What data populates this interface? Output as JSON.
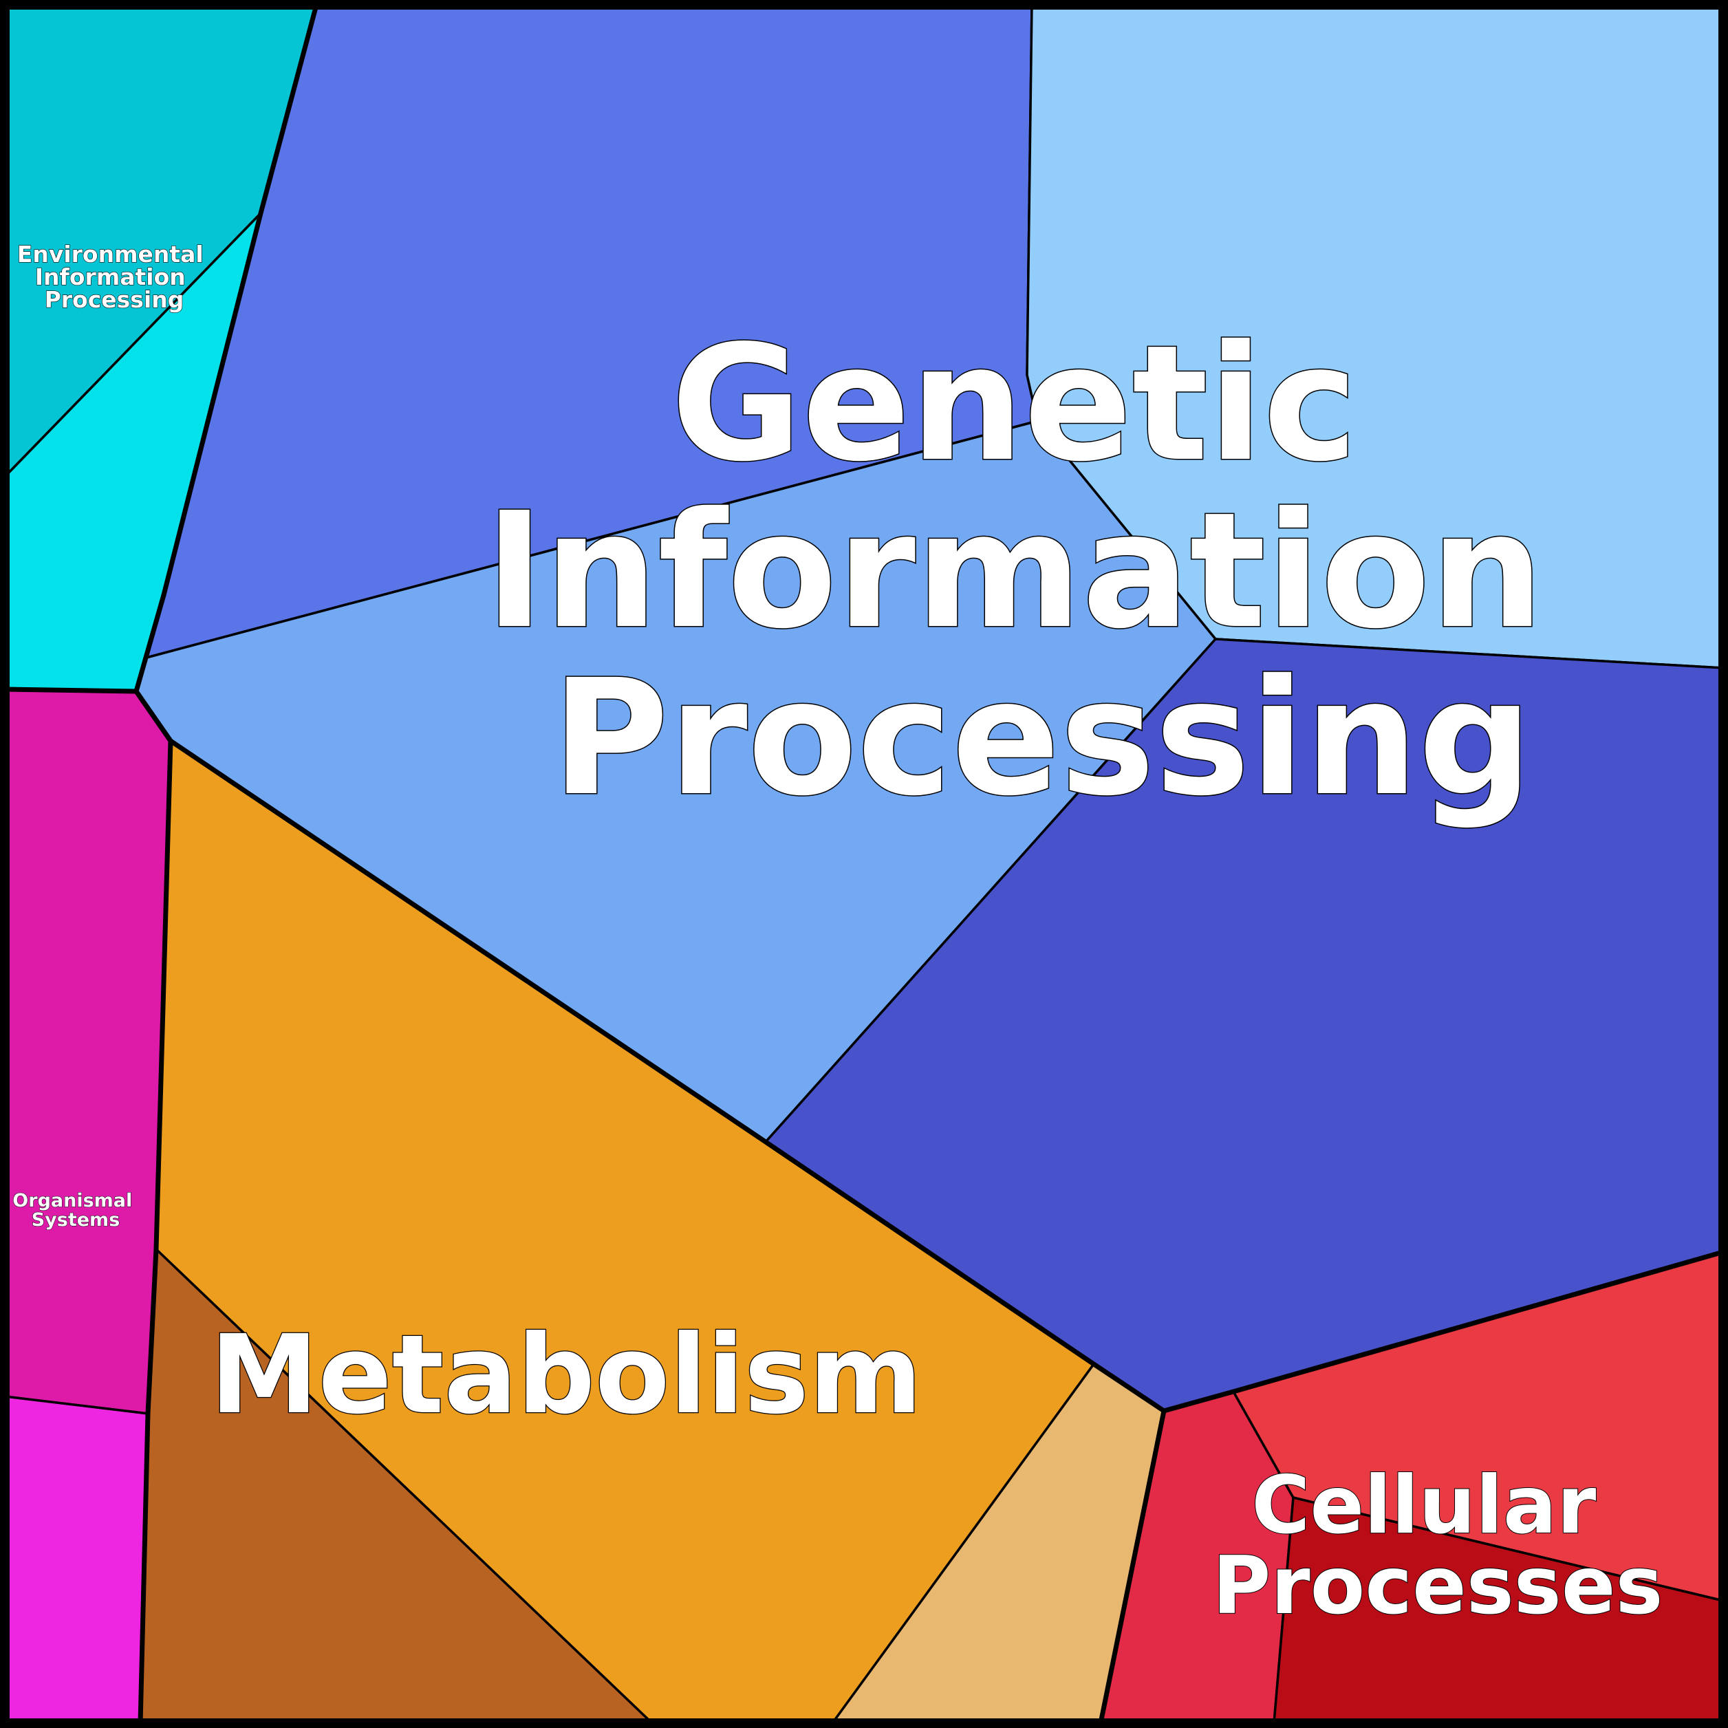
{
  "diagram": {
    "type": "voronoi-treemap",
    "groups": [
      {
        "id": "genetic",
        "label_lines": [
          "Genetic",
          "Information",
          "Processing"
        ],
        "cells": [
          {
            "id": "g1",
            "color": "#5A75E8"
          },
          {
            "id": "g2",
            "color": "#93CDFC"
          },
          {
            "id": "g3",
            "color": "#73A9F3"
          },
          {
            "id": "g4",
            "color": "#4852CB"
          }
        ]
      },
      {
        "id": "metabolism",
        "label_lines": [
          "Metabolism"
        ],
        "cells": [
          {
            "id": "m1",
            "color": "#EE9E1F"
          },
          {
            "id": "m2",
            "color": "#B96322"
          },
          {
            "id": "m3",
            "color": "#E8B870"
          }
        ]
      },
      {
        "id": "cellular",
        "label_lines": [
          "Cellular",
          "Processes"
        ],
        "cells": [
          {
            "id": "c1",
            "color": "#E32B48"
          },
          {
            "id": "c2",
            "color": "#EA3B44"
          },
          {
            "id": "c3",
            "color": "#BA0C17"
          }
        ]
      },
      {
        "id": "environmental",
        "label_lines": [
          "Environmental",
          "Information",
          "Processing"
        ],
        "cells": [
          {
            "id": "e1",
            "color": "#05C5D5"
          },
          {
            "id": "e2",
            "color": "#03E1EA"
          }
        ]
      },
      {
        "id": "organismal",
        "label_lines": [
          "Organismal",
          "Systems"
        ],
        "cells": [
          {
            "id": "o1",
            "color": "#DE1AA9"
          },
          {
            "id": "o2",
            "color": "#EE26E2"
          }
        ]
      }
    ]
  }
}
